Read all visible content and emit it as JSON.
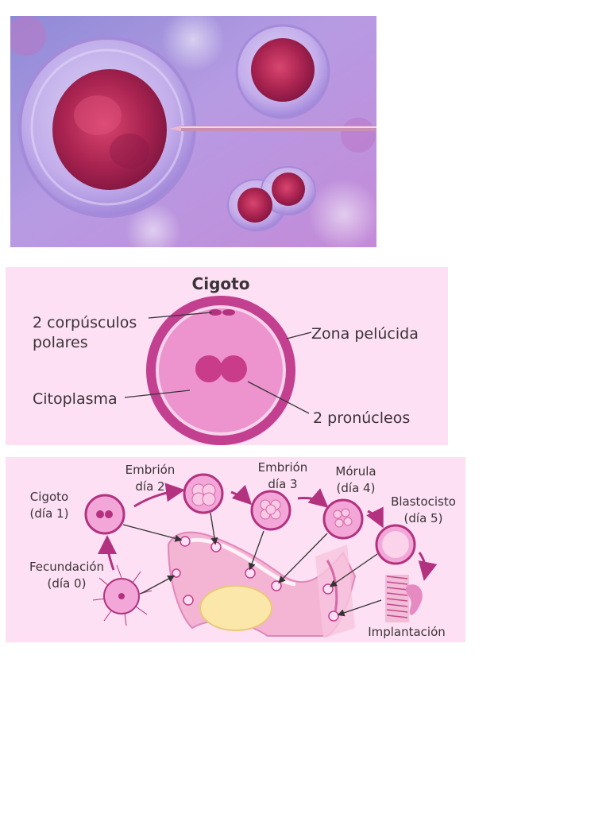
{
  "photo": {
    "icon": "micro-injection-egg-cell-photo"
  },
  "zygote_diagram": {
    "title": "Cigoto",
    "labels": {
      "polar_bodies_line1": "2 corpúsculos",
      "polar_bodies_line2": "polares",
      "zona": "Zona pelúcida",
      "cytoplasm": "Citoplasma",
      "pronuclei": "2 pronúcleos"
    },
    "colors": {
      "background": "#fde0f4",
      "zona": "#c2408f",
      "cytoplasm": "#ed93cd",
      "pronucleus": "#c93c8a"
    }
  },
  "timeline_diagram": {
    "stages": {
      "cigoto_line1": "Cigoto",
      "cigoto_line2": "(día 1)",
      "embrion2_line1": "Embrión",
      "embrion2_line2": "día 2",
      "embrion3_line1": "Embrión",
      "embrion3_line2": "día 3",
      "morula_line1": "Mórula",
      "morula_line2": "(día 4)",
      "blasto_line1": "Blastocisto",
      "blasto_line2": "(día 5)",
      "fecund_line1": "Fecundación",
      "fecund_line2": "(día 0)",
      "implant": "Implantación"
    },
    "colors": {
      "arrow": "#b2327f",
      "cell": "#f3a6d8",
      "tube": "#f4b4d4",
      "ovary": "#fbe7a9"
    }
  }
}
